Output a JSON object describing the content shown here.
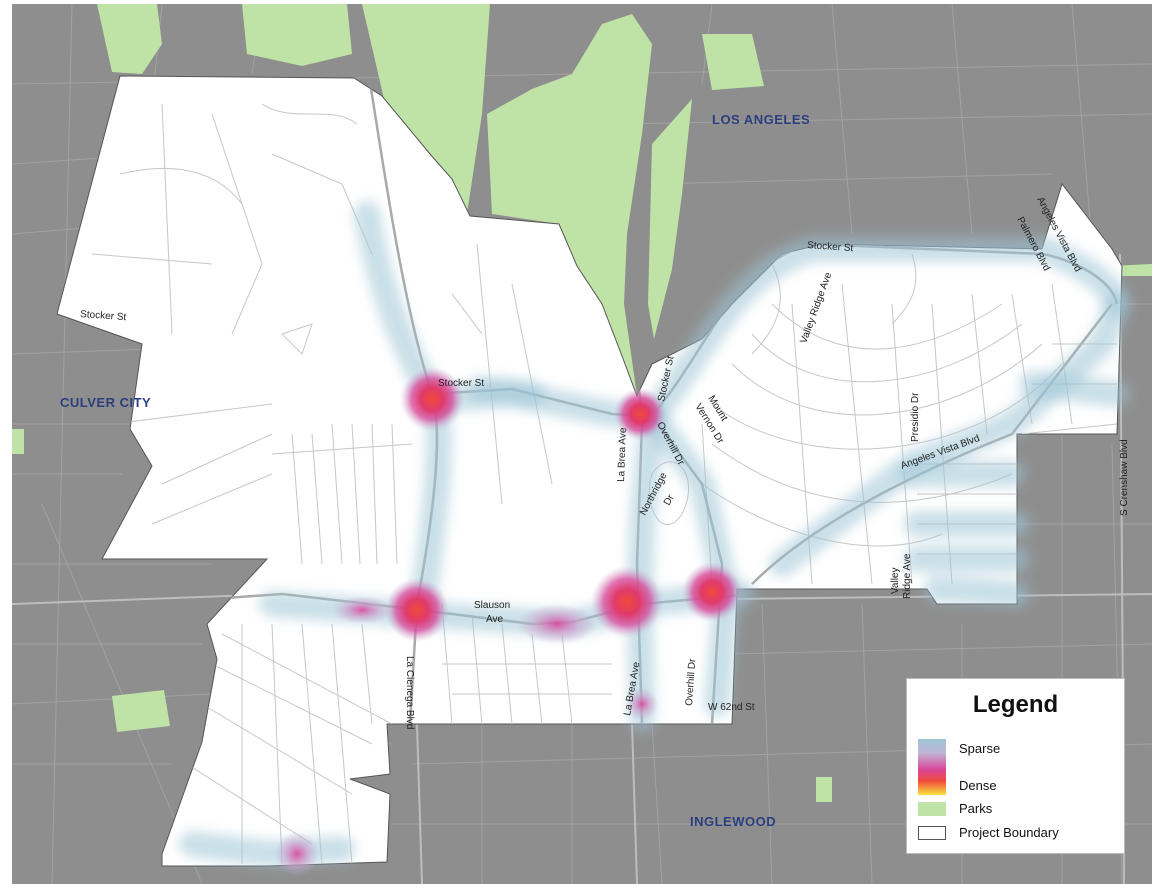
{
  "city_labels": {
    "los_angeles": "LOS ANGELES",
    "culver_city": "CULVER CITY",
    "inglewood": "INGLEWOOD"
  },
  "street_labels": {
    "stocker_w": "Stocker St",
    "stocker_mid": "Stocker St",
    "stocker_ne": "Stocker St",
    "stocker_v": "Stocker St",
    "la_brea_n": "La Brea Ave",
    "la_brea_s": "La Brea Ave",
    "overhill_n": "Overhill Dr",
    "overhill_s": "Overhill Dr",
    "mount_vernon_1": "Mount",
    "mount_vernon_2": "Vernon Dr",
    "northridge_1": "Northridge",
    "northridge_2": "Dr",
    "valley_ridge_n": "Valley Ridge Ave",
    "valley_ridge_s1": "Valley",
    "valley_ridge_s2": "Ridge Ave",
    "presidio": "Presidio Dr",
    "angeles_vista": "Angeles Vista Blvd",
    "angeles_vista_ne": "Angeles Vista Blvd",
    "palmero": "Palmero Blvd",
    "crenshaw": "S Crenshaw Blvd",
    "slauson_1": "Slauson",
    "slauson_2": "Ave",
    "la_cienega": "La Cienega Blvd",
    "w62nd": "W 62nd St"
  },
  "legend": {
    "title": "Legend",
    "sparse": "Sparse",
    "dense": "Dense",
    "parks": "Parks",
    "boundary": "Project Boundary"
  },
  "colors": {
    "background_gray": "#8e8e8e",
    "park_green": "#bfe3a6",
    "boundary_fill": "#ffffff",
    "heat_sparse": "#9dc5d6",
    "heat_mid": "#d9469a",
    "heat_dense": "#f04a3c",
    "heat_max": "#f7e23e",
    "city_label": "#2b3f7e"
  },
  "heatmap_hotspots": [
    {
      "name": "Stocker St & La Cienega Blvd",
      "intensity": "dense"
    },
    {
      "name": "La Brea Ave & Stocker St",
      "intensity": "dense"
    },
    {
      "name": "Slauson Ave & La Cienega Blvd",
      "intensity": "dense"
    },
    {
      "name": "Slauson Ave & La Brea Ave",
      "intensity": "dense"
    },
    {
      "name": "Slauson Ave & Overhill Dr",
      "intensity": "dense"
    },
    {
      "name": "Slauson Ave (mid)",
      "intensity": "medium"
    }
  ]
}
